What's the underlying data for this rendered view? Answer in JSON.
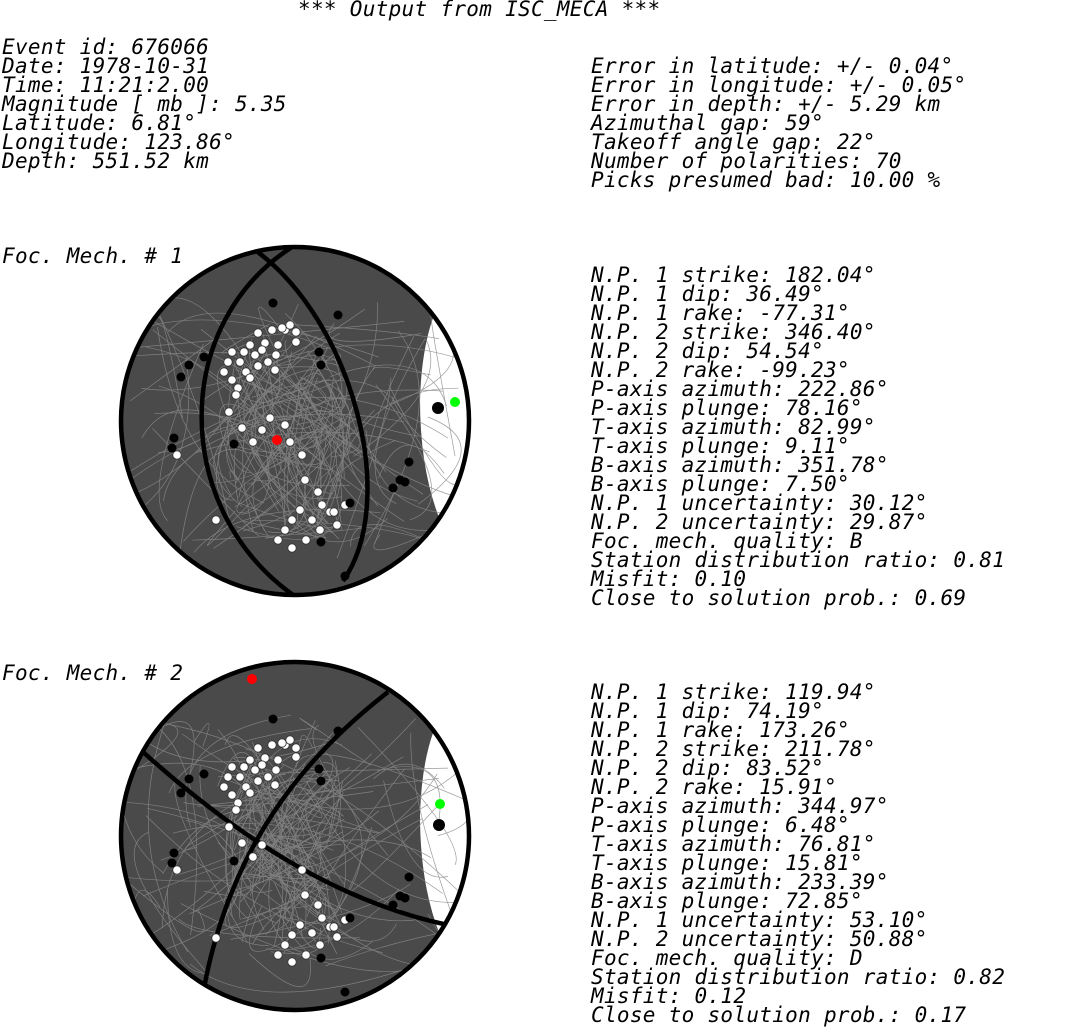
{
  "title": "*** Output from ISC_MECA ***",
  "event": {
    "lines": [
      "Event id: 676066",
      "Date: 1978-10-31",
      "Time: 11:21:2.00",
      "Magnitude [ mb ]: 5.35",
      "Latitude: 6.81°",
      "Longitude: 123.86°",
      "Depth: 551.52 km"
    ],
    "errors": [
      "Error in latitude: +/- 0.04°",
      "Error in longitude: +/- 0.05°",
      "Error in depth: +/- 5.29 km",
      "Azimuthal gap: 59°",
      "Takeoff angle gap: 22°",
      "Number of polarities: 70",
      "Picks presumed bad: 10.00 %"
    ]
  },
  "mechanisms": [
    {
      "label": "Foc. Mech. # 1",
      "params": [
        "N.P. 1 strike: 182.04°",
        "N.P. 1 dip: 36.49°",
        "N.P. 1 rake: -77.31°",
        "N.P. 2 strike: 346.40°",
        "N.P. 2 dip: 54.54°",
        "N.P. 2 rake: -99.23°",
        "P-axis azimuth: 222.86°",
        "P-axis plunge: 78.16°",
        "T-axis azimuth: 82.99°",
        "T-axis plunge: 9.11°",
        "B-axis azimuth: 351.78°",
        "B-axis plunge: 7.50°",
        "N.P. 1 uncertainty: 30.12°",
        "N.P. 2 uncertainty: 29.87°",
        "Foc. mech. quality: B",
        "Station distribution ratio: 0.81",
        "Misfit: 0.10",
        "Close to solution prob.: 0.69"
      ],
      "colors": {
        "beach": "#4a4a4a",
        "background": "#ffffff",
        "p_axis": "#ff0000",
        "t_axis": "#00ff00"
      }
    },
    {
      "label": "Foc. Mech. # 2",
      "params": [
        "N.P. 1 strike: 119.94°",
        "N.P. 1 dip: 74.19°",
        "N.P. 1 rake: 173.26°",
        "N.P. 2 strike: 211.78°",
        "N.P. 2 dip: 83.52°",
        "N.P. 2 rake: 15.91°",
        "P-axis azimuth: 344.97°",
        "P-axis plunge: 6.48°",
        "T-axis azimuth: 76.81°",
        "T-axis plunge: 15.81°",
        "B-axis azimuth: 233.39°",
        "B-axis plunge: 72.85°",
        "N.P. 1 uncertainty: 53.10°",
        "N.P. 2 uncertainty: 50.88°",
        "Foc. mech. quality: D",
        "Station distribution ratio: 0.82",
        "Misfit: 0.12",
        "Close to solution prob.: 0.17"
      ],
      "colors": {
        "beach": "#4a4a4a",
        "background": "#ffffff",
        "p_axis": "#ff0000",
        "t_axis": "#00ff00"
      }
    }
  ]
}
